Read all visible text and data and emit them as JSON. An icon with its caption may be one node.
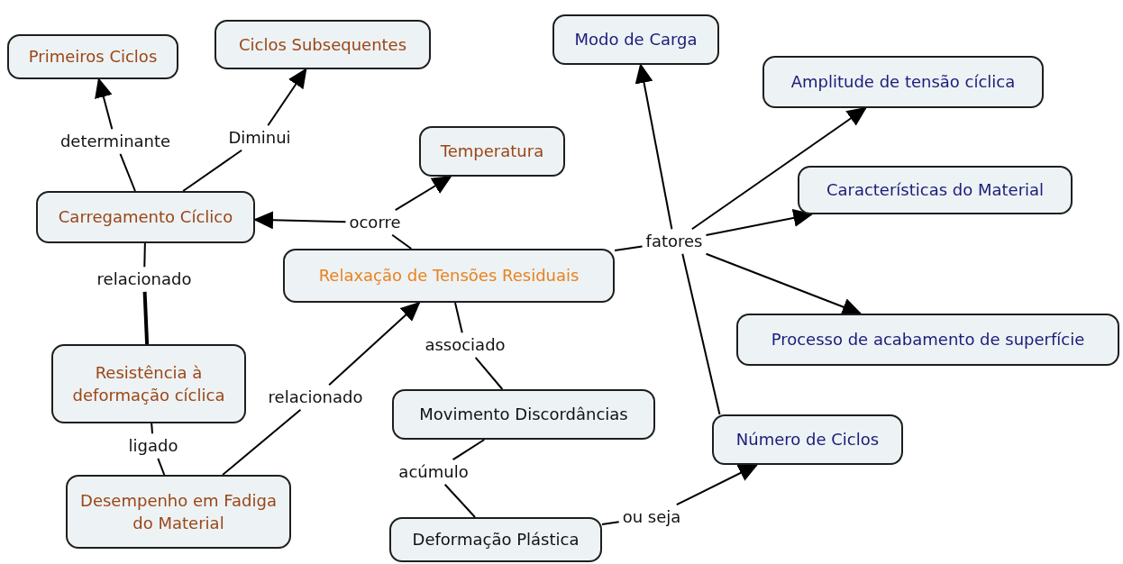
{
  "diagram": {
    "nodes": [
      {
        "text": [
          "Primeiros Ciclos"
        ]
      },
      {
        "text": [
          "Ciclos Subsequentes"
        ]
      },
      {
        "text": [
          "Modo de Carga"
        ]
      },
      {
        "text": [
          "Amplitude de tensão cíclica"
        ]
      },
      {
        "text": [
          "Temperatura"
        ]
      },
      {
        "text": [
          "Características do Material"
        ]
      },
      {
        "text": [
          "Carregamento Cíclico"
        ]
      },
      {
        "text": [
          "Relaxação de Tensões Residuais"
        ]
      },
      {
        "text": [
          "Processo de acabamento de superfície"
        ]
      },
      {
        "text": [
          "Resistência à deformação cíclica"
        ]
      },
      {
        "text": [
          "Movimento Discordâncias"
        ]
      },
      {
        "text": [
          "Número de Ciclos"
        ]
      },
      {
        "text": [
          "Desempenho em Fadiga do Material"
        ]
      },
      {
        "text": [
          "Deformação Plástica"
        ]
      },
      {
        "text": [
          "determinante"
        ]
      },
      {
        "text": [
          "Diminui"
        ]
      },
      {
        "text": [
          "ocorre"
        ]
      },
      {
        "text": [
          "fatores"
        ]
      },
      {
        "text": [
          "relacionado"
        ]
      },
      {
        "text": [
          "associado"
        ]
      },
      {
        "text": [
          "relacionado"
        ]
      },
      {
        "text": [
          "ligado"
        ]
      },
      {
        "text": [
          "acúmulo"
        ]
      },
      {
        "text": [
          "ou seja"
        ]
      }
    ],
    "edges": [
      {
        "from": 6,
        "to": 14,
        "arrow": "none"
      },
      {
        "from": 14,
        "to": 0,
        "arrow": "to"
      },
      {
        "from": 6,
        "to": 15,
        "arrow": "none"
      },
      {
        "from": 15,
        "to": 1,
        "arrow": "to"
      },
      {
        "from": 7,
        "to": 16,
        "arrow": "none"
      },
      {
        "from": 16,
        "to": 6,
        "arrow": "to"
      },
      {
        "from": 16,
        "to": 4,
        "arrow": "to"
      },
      {
        "from": 7,
        "to": 17,
        "arrow": "none"
      },
      {
        "from": 17,
        "to": 2,
        "arrow": "to"
      },
      {
        "from": 17,
        "to": 3,
        "arrow": "to"
      },
      {
        "from": 17,
        "to": 5,
        "arrow": "to"
      },
      {
        "from": 17,
        "to": 8,
        "arrow": "to"
      },
      {
        "from": 11,
        "to": 17,
        "arrow": "none"
      },
      {
        "from": 9,
        "to": 18,
        "arrow": "none",
        "style": "thick"
      },
      {
        "from": 18,
        "to": 6,
        "arrow": "none"
      },
      {
        "from": 9,
        "to": 21,
        "arrow": "none"
      },
      {
        "from": 21,
        "to": 12,
        "arrow": "none"
      },
      {
        "from": 12,
        "to": 20,
        "arrow": "none"
      },
      {
        "from": 20,
        "to": 7,
        "arrow": "to"
      },
      {
        "from": 7,
        "to": 19,
        "arrow": "none"
      },
      {
        "from": 19,
        "to": 10,
        "arrow": "none"
      },
      {
        "from": 10,
        "to": 22,
        "arrow": "none"
      },
      {
        "from": 22,
        "to": 13,
        "arrow": "none"
      },
      {
        "from": 13,
        "to": 23,
        "arrow": "none"
      },
      {
        "from": 23,
        "to": 11,
        "arrow": "to"
      }
    ]
  }
}
